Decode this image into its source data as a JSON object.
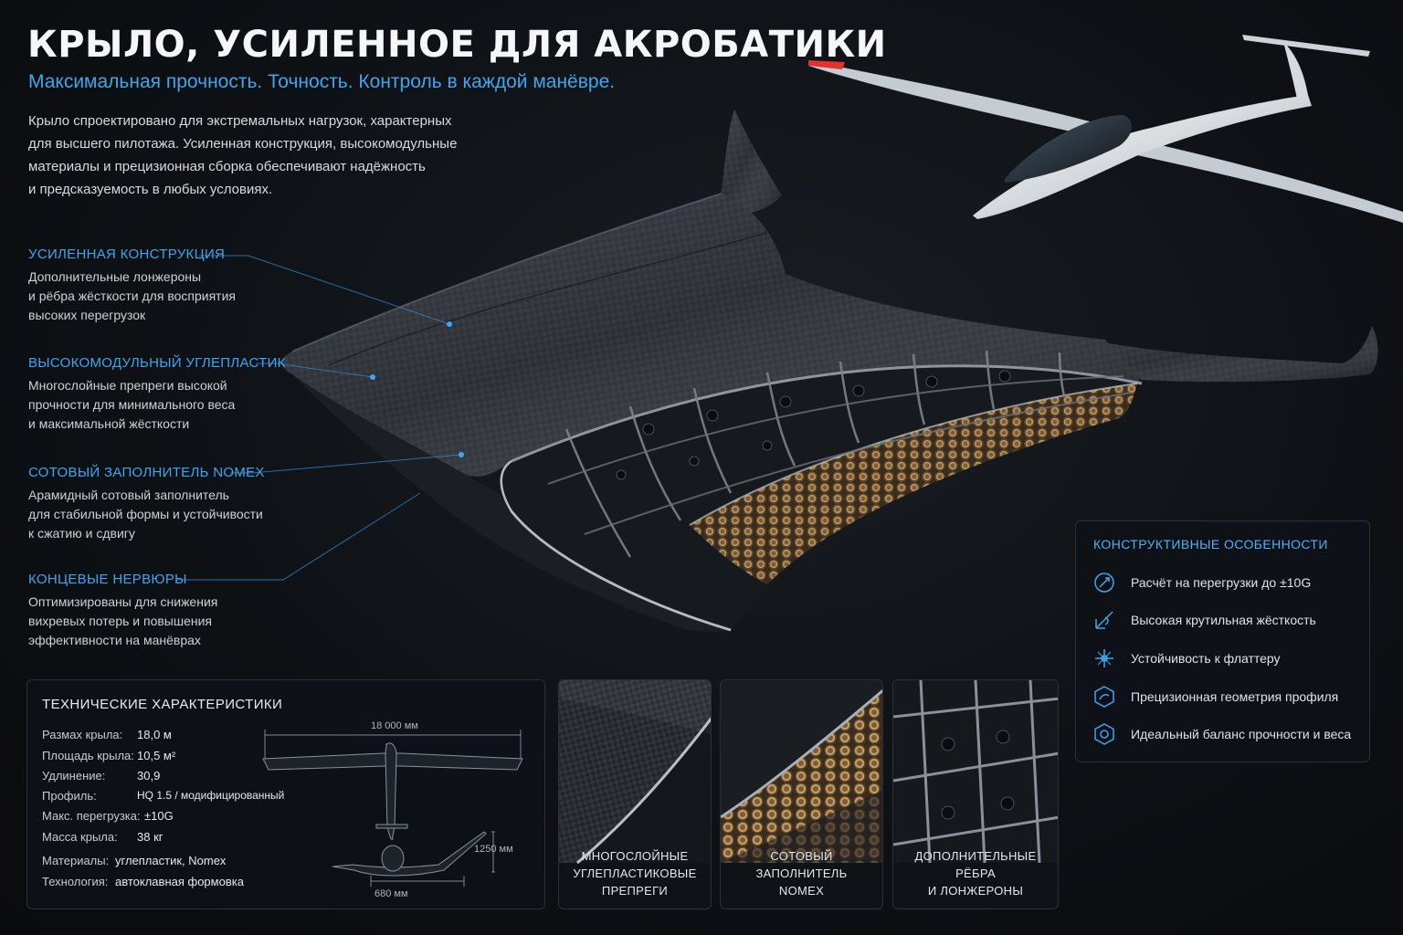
{
  "header": {
    "title": "КРЫЛО, УСИЛЕННОЕ ДЛЯ АКРОБАТИКИ",
    "subtitle": "Максимальная прочность. Точность. Контроль в каждой манёвре.",
    "intro_lines": [
      "Крыло спроектировано для экстремальных нагрузок, характерных",
      "для высшего пилотажа. Усиленная конструкция, высокомодульные",
      "материалы и прецизионная сборка обеспечивают надёжность",
      "и предсказуемость в любых условиях."
    ]
  },
  "features": [
    {
      "title": "УСИЛЕННАЯ КОНСТРУКЦИЯ",
      "lines": [
        "Дополнительные лонжероны",
        "и рёбра жёсткости для восприятия",
        "высоких перегрузок"
      ]
    },
    {
      "title": "ВЫСОКОМОДУЛЬНЫЙ УГЛЕПЛАСТИК",
      "lines": [
        "Многослойные препреги высокой",
        "прочности для минимального веса",
        "и максимальной жёсткости"
      ]
    },
    {
      "title": "СОТОВЫЙ ЗАПОЛНИТЕЛЬ NOMEX",
      "lines": [
        "Арамидный сотовый заполнитель",
        "для стабильной формы и устойчивости",
        "к сжатию и сдвигу"
      ]
    },
    {
      "title": "КОНЦЕВЫЕ НЕРВЮРЫ",
      "lines": [
        "Оптимизированы для снижения",
        "вихревых потерь и повышения",
        "эффективности на манёврах"
      ]
    }
  ],
  "specs": {
    "heading": "ТЕХНИЧЕСКИЕ ХАРАКТЕРИСТИКИ",
    "rows": [
      {
        "key": "Размах крыла:",
        "value": "18,0 м"
      },
      {
        "key": "Площадь крыла:",
        "value": "10,5 м²"
      },
      {
        "key": "Удлинение:",
        "value": "30,9"
      },
      {
        "key": "Профиль:",
        "value": "HQ 1.5 / модифицированный"
      },
      {
        "key": "Макс. перегрузка:",
        "value": "±10G"
      },
      {
        "key": "Масса крыла:",
        "value": "38 кг"
      },
      {
        "key": "Материалы:",
        "value": "углепластик, Nomex"
      },
      {
        "key": "Технология:",
        "value": "автоклавная формовка"
      }
    ],
    "dim_span": "18 000 мм",
    "dim_height": "1250 мм",
    "dim_base": "680 мм"
  },
  "thumbnails": [
    {
      "lines": [
        "МНОГОСЛОЙНЫЕ",
        "УГЛЕПЛАСТИКОВЫЕ ПРЕПРЕГИ"
      ]
    },
    {
      "lines": [
        "СОТОВЫЙ ЗАПОЛНИТЕЛЬ",
        "NOMEX"
      ]
    },
    {
      "lines": [
        "ДОПОЛНИТЕЛЬНЫЕ РЁБРА",
        "И ЛОНЖЕРОНЫ"
      ]
    }
  ],
  "design_features": {
    "heading": "КОНСТРУКТИВНЫЕ ОСОБЕННОСТИ",
    "items": [
      {
        "label": "Расчёт на перегрузки до ±10G",
        "icon": "g-load-icon"
      },
      {
        "label": "Высокая крутильная жёсткость",
        "icon": "torsion-icon"
      },
      {
        "label": "Устойчивость к флаттеру",
        "icon": "flutter-icon"
      },
      {
        "label": "Прецизионная геометрия профиля",
        "icon": "profile-icon"
      },
      {
        "label": "Идеальный баланс прочности и веса",
        "icon": "balance-icon"
      }
    ]
  },
  "colors": {
    "accent": "#3fa6ee",
    "background": "#0e1115",
    "honeycomb": "#b8935e",
    "wingtip": "#e4322b"
  }
}
